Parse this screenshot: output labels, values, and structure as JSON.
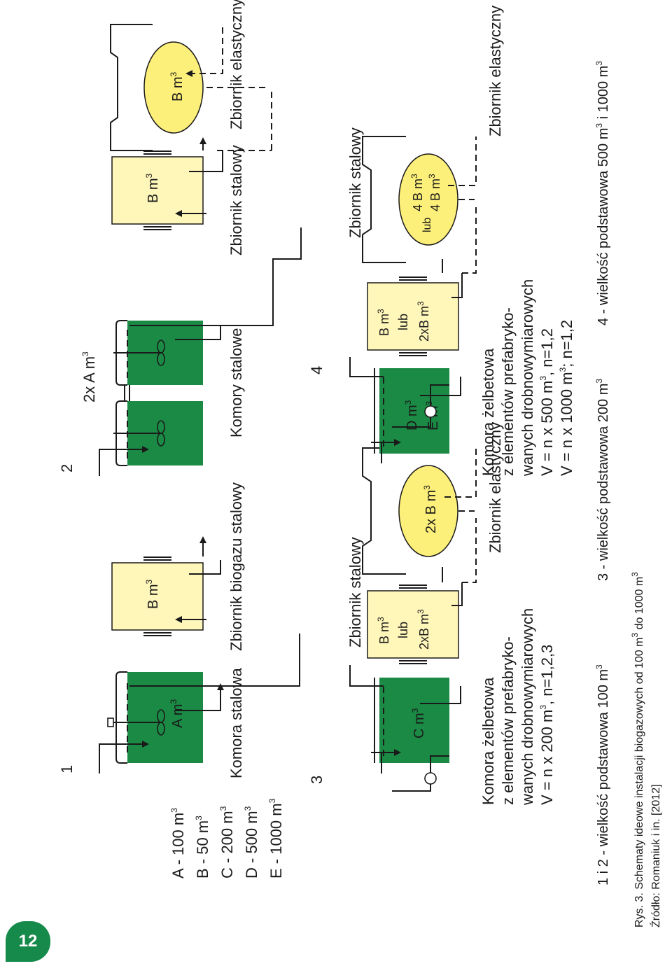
{
  "legend": [
    {
      "letter": "A",
      "text": "A - 100 m",
      "sup": "3"
    },
    {
      "letter": "B",
      "text": "B - 50 m",
      "sup": "3"
    },
    {
      "letter": "C",
      "text": "C - 200 m",
      "sup": "3"
    },
    {
      "letter": "D",
      "text": "D - 500 m",
      "sup": "3"
    },
    {
      "letter": "E",
      "text": "E - 1000 m",
      "sup": "3"
    }
  ],
  "schemes": {
    "s1": {
      "number": "1",
      "digester_label": "A m",
      "gasholder_label": "B m",
      "caption_digester": "Komora stalowa",
      "caption_gasholder": "Zbiornik biogazu stalowy"
    },
    "s2": {
      "number": "2",
      "top_label": "2x A m",
      "gasholder_label": "B m",
      "flexible_label": "B m",
      "caption_chambers": "Komory stalowe",
      "caption_gasholder": "Zbiornik stalowy",
      "caption_flexible": "Zbiornik elastyczny"
    },
    "s3": {
      "number": "3",
      "caption_top_gasholder": "Zbiornik stalowy",
      "digester_label": "C m",
      "gasholder_line1": "B m",
      "gasholder_line2": "lub",
      "gasholder_line3": "2xB m",
      "flexible_label": "2x B m",
      "caption_flexible": "Zbiornik elastyczny",
      "caption_lines": [
        "Komora żelbetowa",
        "z elementów prefabryko-",
        "wanych drobnowymiarowych",
        "V = n x 200 m",
        ", n=1,2,3"
      ]
    },
    "s4": {
      "number": "4",
      "caption_top_gasholder": "Zbiornik stalowy",
      "digester_line1": "D m",
      "digester_line2": "E m",
      "gasholder_line1": "B m",
      "gasholder_line2": "lub",
      "gasholder_line3": "2xB m",
      "flexible_line1": "4 B m",
      "flexible_lub": "lub",
      "flexible_line2": "4 B m",
      "caption_flexible": "Zbiornik elastyczny",
      "caption_lines": [
        "Komora żelbetowa",
        "z elementów prefabryko-",
        "wanych drobnowymiarowych",
        "V = n x 500 m",
        ", n=1,2",
        "V = n x 1000 m",
        "; n=1,2"
      ]
    }
  },
  "size_notes": {
    "n12": "1 i 2 - wielkość podstawowa 100 m",
    "n3": "3 - wielkość podstawowa 200 m",
    "n4": "4 - wielkość podstawowa 500 m",
    "n4b": " i 1000 m",
    "sup": "3"
  },
  "figure_caption": {
    "title": "Rys. 3. Schematy ideowe instalacji biogazowych od 100 m",
    "title_sup": "3",
    "title_tail": " do 1000 m",
    "source": "Źródło: Romaniuk i in. [2012]"
  },
  "page_number": "12",
  "colors": {
    "digester_green": "#1a8a45",
    "gasholder_yellow": "#fff6ba",
    "flexible_yellow": "#fdf07a",
    "badge_green": "#168a4a"
  }
}
